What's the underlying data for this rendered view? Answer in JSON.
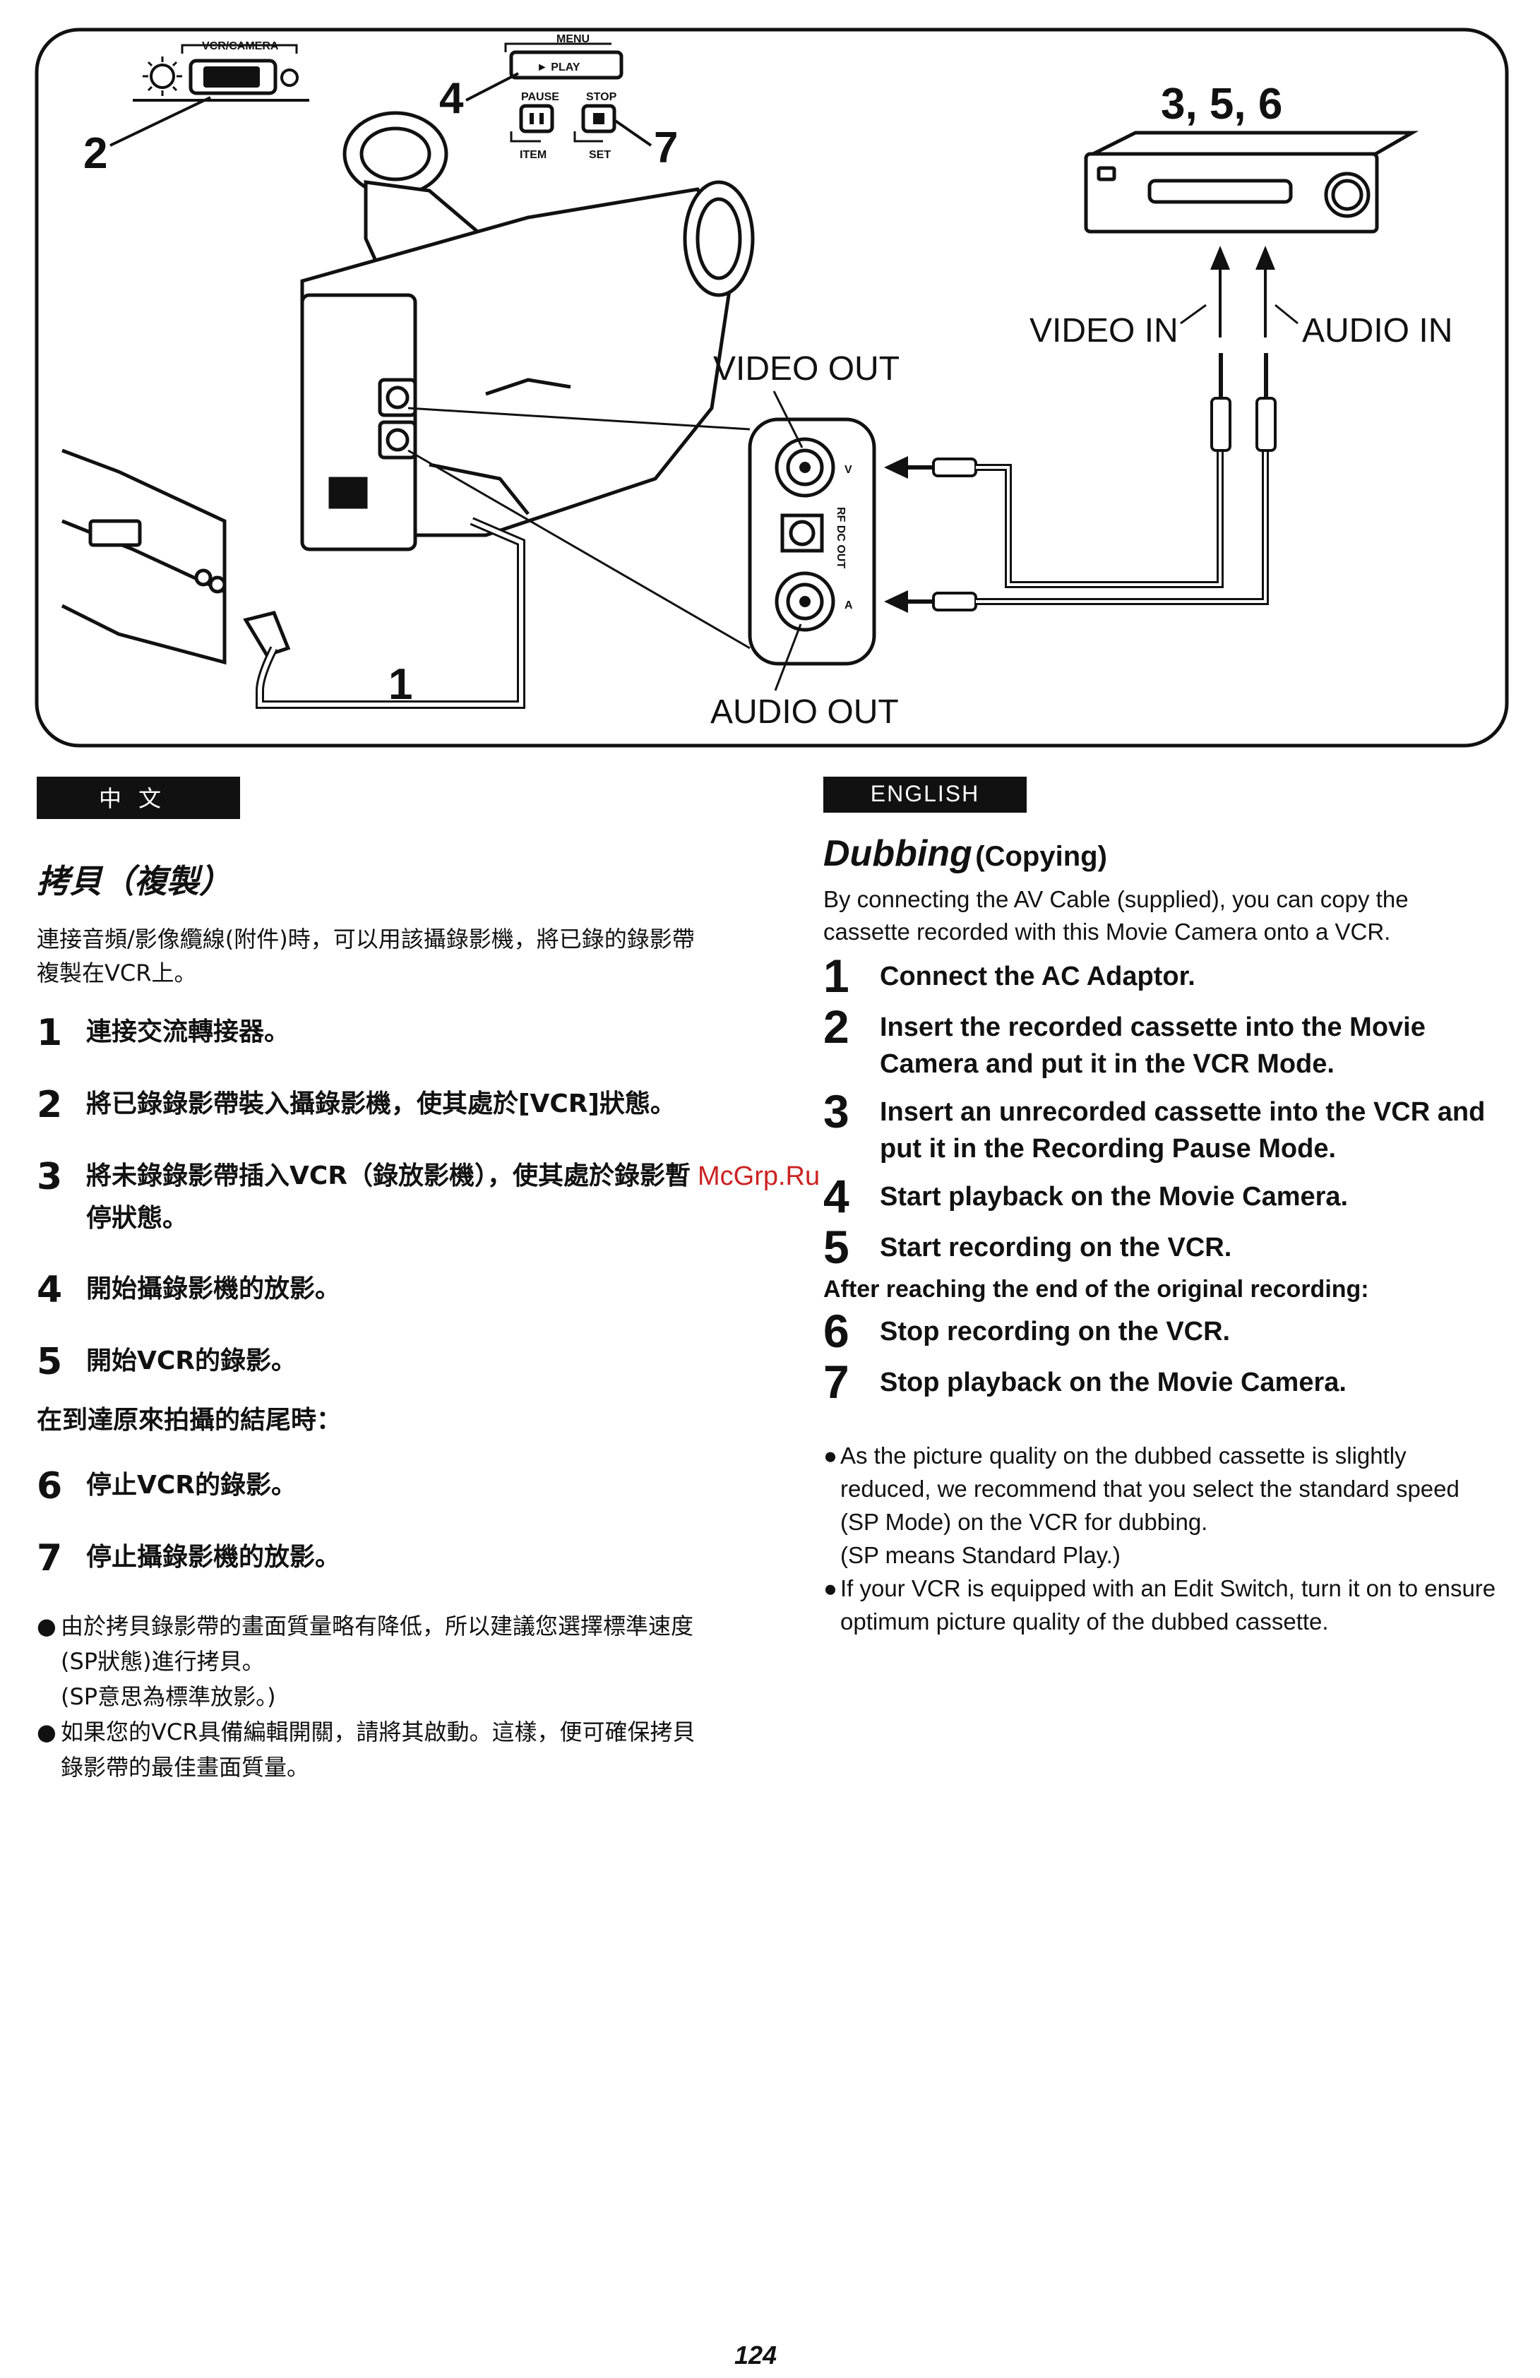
{
  "diagram": {
    "vcr_camera_switch": "VCR/CAMERA",
    "menu": "MENU",
    "play": "► PLAY",
    "pause": "PAUSE",
    "stop": "STOP",
    "item": "ITEM",
    "set": "SET",
    "callout_2": "2",
    "callout_4": "4",
    "callout_7": "7",
    "callout_356": "3, 5, 6",
    "callout_1": "1",
    "video_in": "VIDEO IN",
    "audio_in": "AUDIO IN",
    "video_out": "VIDEO OUT",
    "audio_out": "AUDIO OUT",
    "jack_v": "V",
    "jack_a": "A",
    "rf_dc_out": "RF DC OUT"
  },
  "zh": {
    "section_label": "中文",
    "title": "拷貝（複製）",
    "intro": "連接音頻/影像纜線(附件)時，可以用該攝錄影機，將已錄的錄影帶複製在VCR上。",
    "steps": [
      {
        "num": "1",
        "text": "連接交流轉接器。"
      },
      {
        "num": "2",
        "text": "將已錄錄影帶裝入攝錄影機，使其處於[VCR]狀態。"
      },
      {
        "num": "3",
        "text": "將未錄錄影帶插入VCR（錄放影機），使其處於錄影暫停狀態。"
      },
      {
        "num": "4",
        "text": "開始攝錄影機的放影。"
      },
      {
        "num": "5",
        "text": "開始VCR的錄影。"
      },
      {
        "num": "6",
        "text": "停止VCR的錄影。"
      },
      {
        "num": "7",
        "text": "停止攝錄影機的放影。"
      }
    ],
    "after": "在到達原來拍攝的結尾時：",
    "notes": [
      {
        "bullet": "●",
        "text": "由於拷貝錄影帶的畫面質量略有降低，所以建議您選擇標準速度(SP狀態)進行拷貝。"
      },
      {
        "bullet": "",
        "text": "(SP意思為標準放影。)"
      },
      {
        "bullet": "●",
        "text": "如果您的VCR具備編輯開關，請將其啟動。這樣，便可確保拷貝錄影帶的最佳畫面質量。"
      }
    ]
  },
  "en": {
    "section_label": "ENGLISH",
    "title_main": "Dubbing",
    "title_sub": "(Copying)",
    "intro": "By connecting the AV Cable (supplied), you can copy the cassette recorded with this Movie Camera onto a VCR.",
    "steps": [
      {
        "num": "1",
        "text": "Connect the AC Adaptor."
      },
      {
        "num": "2",
        "text": "Insert the recorded cassette into the Movie Camera and put it in the VCR Mode."
      },
      {
        "num": "3",
        "text": "Insert an unrecorded cassette into the VCR and put it in the Recording Pause Mode."
      },
      {
        "num": "4",
        "text": "Start playback on the Movie Camera."
      },
      {
        "num": "5",
        "text": "Start recording on the VCR."
      },
      {
        "num": "6",
        "text": "Stop recording on the VCR."
      },
      {
        "num": "7",
        "text": "Stop playback on the Movie Camera."
      }
    ],
    "after": "After reaching the end of the original recording:",
    "notes": [
      {
        "bullet": "●",
        "text": "As the picture quality on the dubbed cassette is slightly reduced, we recommend that you select the standard speed (SP Mode) on the VCR for dubbing."
      },
      {
        "bullet": "",
        "text": "(SP means Standard Play.)"
      },
      {
        "bullet": "●",
        "text": "If your VCR is equipped with an Edit Switch, turn it on to ensure optimum picture quality of the dubbed cassette."
      }
    ]
  },
  "watermark": "McGrp.Ru",
  "page_number": "124"
}
